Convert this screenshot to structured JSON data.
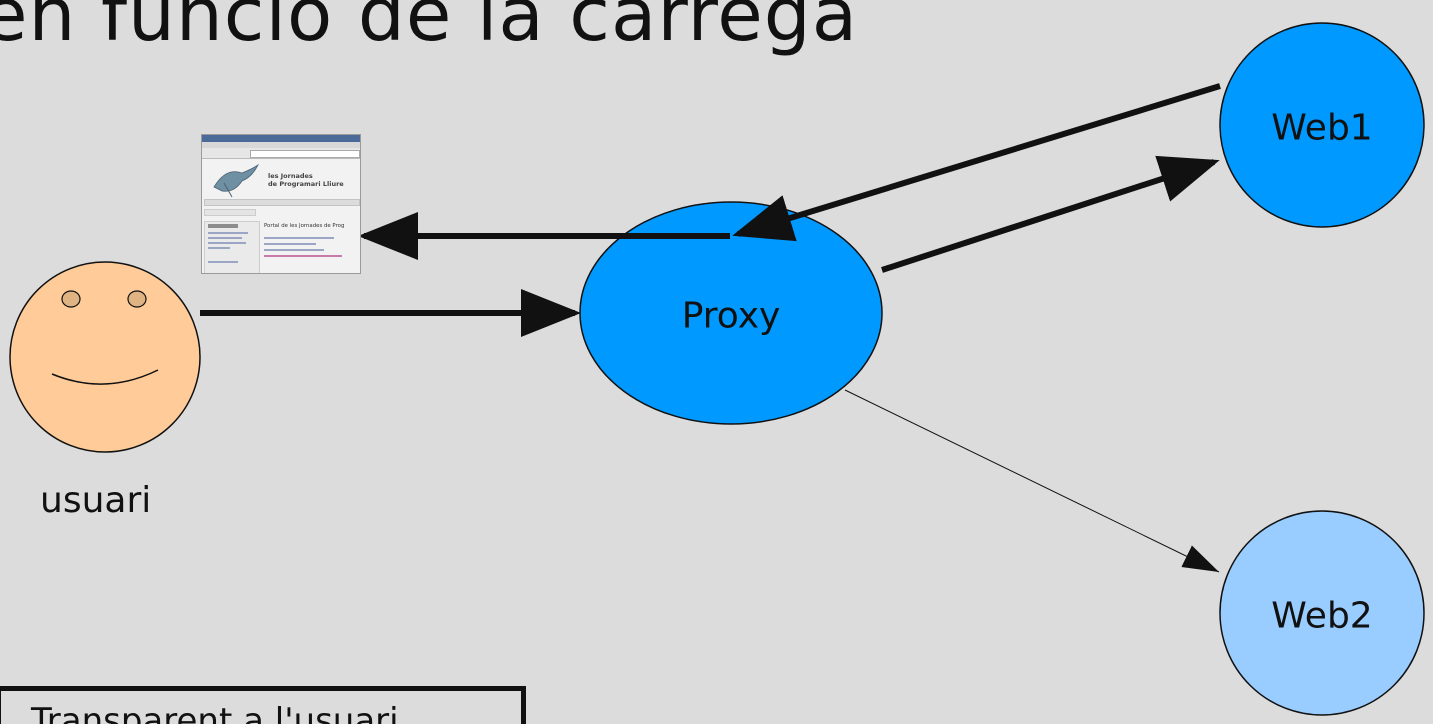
{
  "title": "en funció de la càrrega",
  "nodes": {
    "user": {
      "label": "usuari",
      "fill": "#ffcc99"
    },
    "proxy": {
      "label": "Proxy",
      "fill": "#0099ff"
    },
    "web1": {
      "label": "Web1",
      "fill": "#0099ff"
    },
    "web2": {
      "label": "Web2",
      "fill": "#99ccff"
    }
  },
  "thumbnail": {
    "description_icon": "web-page-screenshot",
    "banner_line1": "les Jornades",
    "banner_line2": "de Programari Lliure",
    "portal_heading": "Portal de les Jornades de Prog"
  },
  "caption": "Transparent a l'usuari",
  "colors": {
    "background": "#dcdcdc",
    "stroke": "#111111",
    "node_blue": "#0099ff",
    "node_light_blue": "#99ccff",
    "face": "#ffcc99"
  }
}
